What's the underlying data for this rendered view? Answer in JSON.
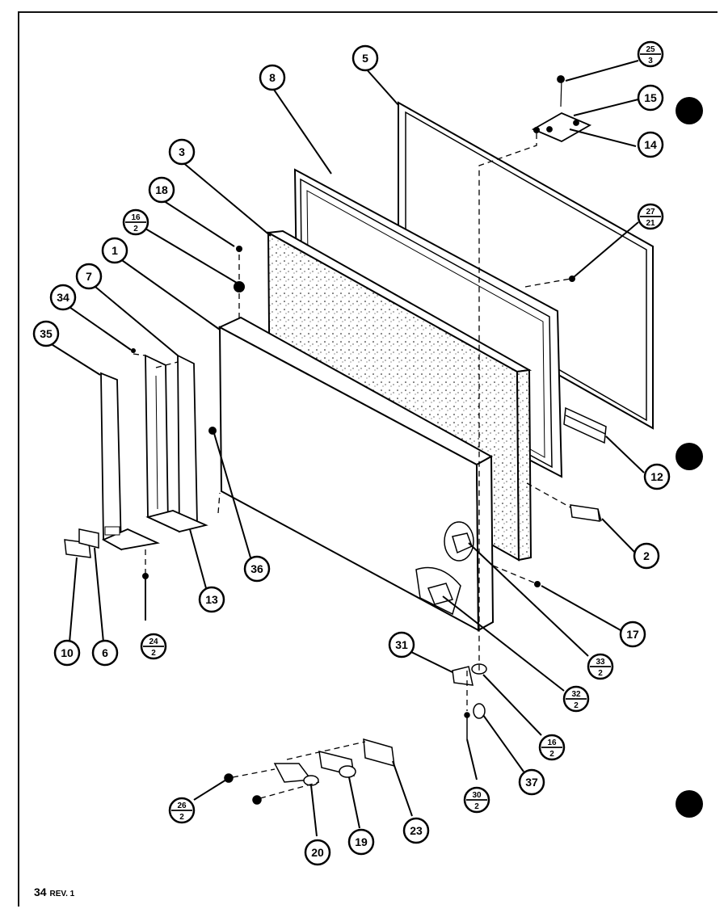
{
  "callouts": [
    {
      "id": "c5",
      "top": "5"
    },
    {
      "id": "c8",
      "top": "8"
    },
    {
      "id": "c3",
      "top": "3"
    },
    {
      "id": "c18",
      "top": "18"
    },
    {
      "id": "c16a",
      "top": "16",
      "bottom": "2"
    },
    {
      "id": "c1",
      "top": "1"
    },
    {
      "id": "c7",
      "top": "7"
    },
    {
      "id": "c34",
      "top": "34"
    },
    {
      "id": "c35",
      "top": "35"
    },
    {
      "id": "c25",
      "top": "25",
      "bottom": "3"
    },
    {
      "id": "c15",
      "top": "15"
    },
    {
      "id": "c14",
      "top": "14"
    },
    {
      "id": "c27",
      "top": "27",
      "bottom": "21"
    },
    {
      "id": "c12",
      "top": "12"
    },
    {
      "id": "c2",
      "top": "2"
    },
    {
      "id": "c17",
      "top": "17"
    },
    {
      "id": "c33",
      "top": "33",
      "bottom": "2"
    },
    {
      "id": "c32",
      "top": "32",
      "bottom": "2"
    },
    {
      "id": "c36",
      "top": "36"
    },
    {
      "id": "c13",
      "top": "13"
    },
    {
      "id": "c24",
      "top": "24",
      "bottom": "2"
    },
    {
      "id": "c10",
      "top": "10"
    },
    {
      "id": "c6",
      "top": "6"
    },
    {
      "id": "c31",
      "top": "31"
    },
    {
      "id": "c16b",
      "top": "16",
      "bottom": "2"
    },
    {
      "id": "c37",
      "top": "37"
    },
    {
      "id": "c30",
      "top": "30",
      "bottom": "2"
    },
    {
      "id": "c26",
      "top": "26",
      "bottom": "2"
    },
    {
      "id": "c20",
      "top": "20"
    },
    {
      "id": "c19",
      "top": "19"
    },
    {
      "id": "c23",
      "top": "23"
    }
  ],
  "footer": {
    "page": "34",
    "rev": "REV. 1"
  }
}
